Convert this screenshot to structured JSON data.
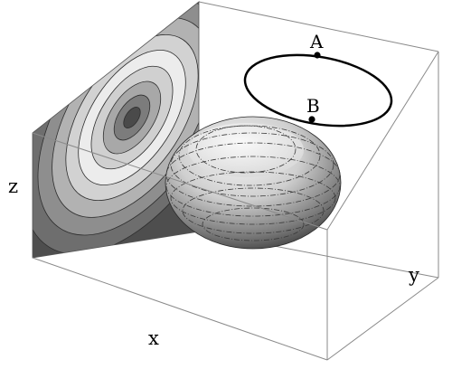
{
  "axes": {
    "x_label": "x",
    "y_label": "y",
    "z_label": "z"
  },
  "points": [
    {
      "label": "A"
    },
    {
      "label": "B"
    }
  ],
  "colors": {
    "background": "#ffffff",
    "box_edge": "#8a8a8a",
    "curve": "#000000",
    "contour_dark": "#4a4a4a",
    "contour_light": "#ececec",
    "surface_light": "#f4f4f4",
    "surface_dark": "#3a3a3a"
  }
}
